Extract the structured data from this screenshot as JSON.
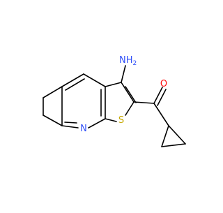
{
  "molecule": {
    "atom_labels": {
      "amine": "NH2",
      "amine_main": "NH",
      "amine_sub": "2",
      "oxygen": "O",
      "nitrogen": "N",
      "sulfur": "S"
    },
    "colors": {
      "bond": "#000000",
      "nitrogen": "#3050F8",
      "oxygen": "#FF0D0D",
      "sulfur": "#C6A800"
    }
  }
}
